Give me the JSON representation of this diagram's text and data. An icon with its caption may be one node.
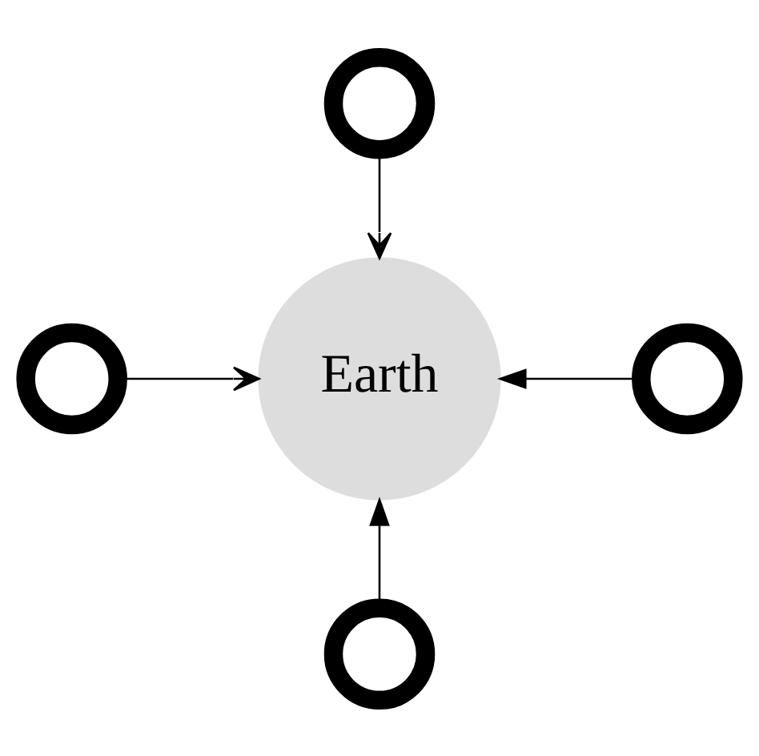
{
  "diagram": {
    "nodes": [
      {
        "text": [],
        "shape": "circle"
      },
      {
        "text": [],
        "shape": "circle"
      },
      {
        "text": [
          "Earth"
        ]
      },
      {
        "text": [],
        "shape": "circle"
      },
      {
        "text": [],
        "shape": "circle"
      }
    ],
    "edges": [
      {
        "from": 0,
        "to": 2,
        "arrow": "to"
      },
      {
        "from": 1,
        "to": 2,
        "arrow": "to"
      },
      {
        "from": 3,
        "to": 2,
        "arrow": "to"
      },
      {
        "from": 4,
        "to": 2,
        "arrow": "to"
      }
    ]
  }
}
